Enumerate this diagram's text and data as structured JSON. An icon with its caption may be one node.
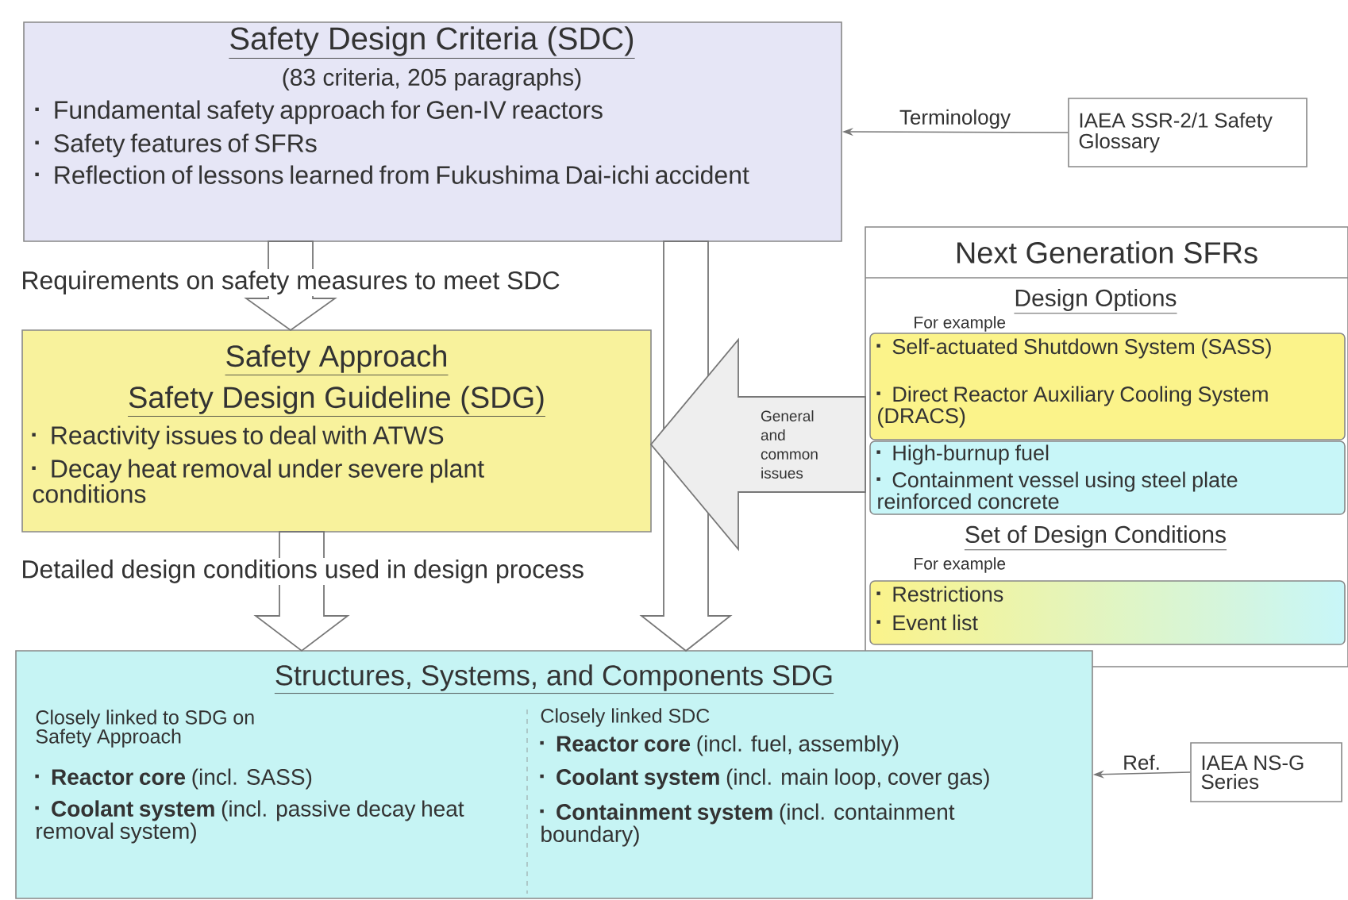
{
  "diagram": {
    "nodes": [
      {
        "text": [
          "Safety Design Criteria (SDC)",
          "(83 criteria, 205 paragraphs)",
          "Fundamental safety approach for Gen-IV reactors",
          "Safety features of SFRs",
          "Reflection of lessons learned from Fukushima Dai-ichi accident"
        ]
      },
      {
        "text": [
          "IAEA SSR-2/1 Safety Glossary"
        ]
      },
      {
        "text": [
          "Safety Approach",
          "Safety Design Guideline (SDG)",
          "Reactivity issues to deal with ATWS",
          "Decay heat removal under severe plant conditions"
        ]
      },
      {
        "text": [
          "Next Generation SFRs",
          "Design Options",
          "For example",
          "Set of Design Conditions",
          "For example"
        ]
      },
      {
        "text": [
          "Self-actuated Shutdown System (SASS)",
          "Direct Reactor Auxiliary Cooling System (DRACS)"
        ],
        "in": 3
      },
      {
        "text": [
          "High-burnup fuel",
          "Containment vessel using steel plate reinforced concrete"
        ],
        "in": 3
      },
      {
        "text": [
          "Restrictions",
          "Event list"
        ],
        "in": 3
      },
      {
        "text": [
          "Structures, Systems, and Components SDG",
          "Closely linked to SDG on Safety Approach",
          "**Reactor core** (incl. SASS)",
          "**Coolant system** (incl. passive decay heat removal system)",
          "Closely linked SDC",
          "**Reactor core** (incl. fuel, assembly)",
          "**Coolant system** (incl. main loop, cover gas)",
          "**Containment system** (incl. containment boundary)"
        ]
      },
      {
        "text": [
          "IAEA NS-G Series"
        ]
      }
    ],
    "edges": [
      {
        "from": 1,
        "to": 0,
        "arrow": "to",
        "label": "Terminology"
      },
      {
        "from": 0,
        "to": 2,
        "arrow": "to",
        "style": "thick"
      },
      {
        "from": 0,
        "to": 7,
        "arrow": "to",
        "style": "thick"
      },
      {
        "from": 3,
        "to": 2,
        "arrow": "to",
        "style": "thick",
        "label": "General and common issues"
      },
      {
        "from": 2,
        "to": 7,
        "arrow": "to",
        "style": "thick"
      },
      {
        "from": 8,
        "to": 7,
        "arrow": "to",
        "label": "Ref."
      }
    ],
    "labels": [
      "Requirements on safety measures to meet SDC",
      "Detailed design conditions used in design process"
    ]
  }
}
